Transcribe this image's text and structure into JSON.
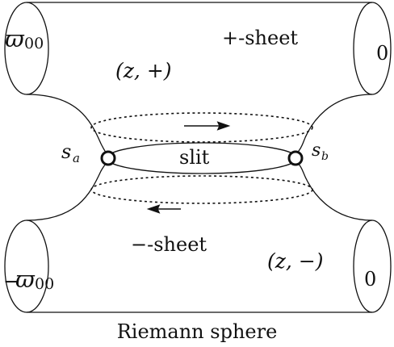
{
  "labels": {
    "top_left_varpi": "ϖ",
    "top_left_sub": "00",
    "top_right_zero": "0",
    "plus_sheet": "+-sheet",
    "z_plus": "(z, +)",
    "s_a": "s",
    "s_a_sub": "a",
    "s_b": "s",
    "s_b_sub": "b",
    "slit": "slit",
    "minus_sheet": "−-sheet",
    "z_minus": "(z, −)",
    "bottom_left_minus": "−",
    "bottom_left_varpi": "ϖ",
    "bottom_left_sub": "00",
    "bottom_right_zero": "0",
    "caption": "Riemann sphere"
  }
}
